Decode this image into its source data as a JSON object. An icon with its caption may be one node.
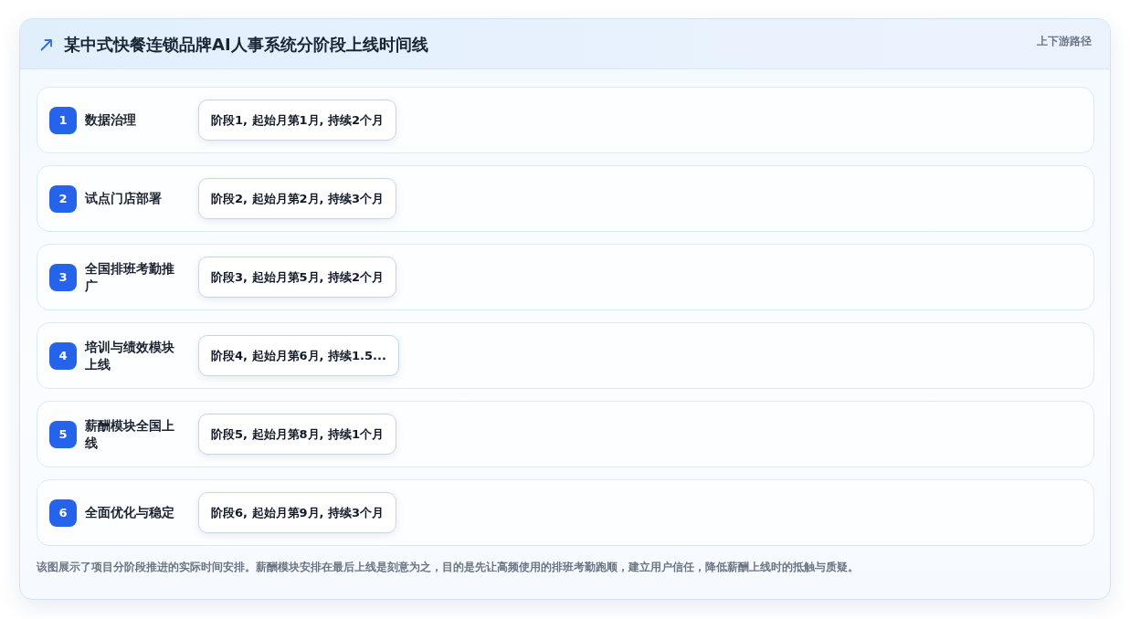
{
  "diagram": {
    "title": "某中式快餐连锁品牌AI人事系统分阶段上线时间线",
    "caption": "该图展示了项目分阶段推进的实际时间安排。薪酬模块安排在最后上线是刻意为之，目的是先让高频使用的排班考勤跑顺，建立用户信任，降低薪酬上线时的抵触与质疑。",
    "nodes": [
      {
        "text": [
          "数据治理"
        ]
      },
      {
        "text": [
          "1"
        ],
        "in": 0
      },
      {
        "text": [
          "阶段1, 起始月第1月, 持续2个月"
        ],
        "in": 0
      },
      {
        "text": [
          "试点门店部署"
        ]
      },
      {
        "text": [
          "2"
        ],
        "in": 3
      },
      {
        "text": [
          "阶段2, 起始月第2月, 持续3个月"
        ],
        "in": 3
      },
      {
        "text": [
          "全国排班考勤推广"
        ]
      },
      {
        "text": [
          "3"
        ],
        "in": 6
      },
      {
        "text": [
          "阶段3, 起始月第5月, 持续2个月"
        ],
        "in": 6
      },
      {
        "text": [
          "培训与绩效模块上线"
        ]
      },
      {
        "text": [
          "4"
        ],
        "in": 9
      },
      {
        "text": [
          "阶段4, 起始月第6月, 持续1.5..."
        ],
        "in": 9
      },
      {
        "text": [
          "薪酬模块全国上线"
        ]
      },
      {
        "text": [
          "5"
        ],
        "in": 12
      },
      {
        "text": [
          "阶段5, 起始月第8月, 持续1个月"
        ],
        "in": 12
      },
      {
        "text": [
          "全面优化与稳定"
        ]
      },
      {
        "text": [
          "6"
        ],
        "in": 15
      },
      {
        "text": [
          "阶段6, 起始月第9月, 持续3个月"
        ],
        "in": 15
      }
    ],
    "edges": [],
    "labels": [
      "上下游路径"
    ]
  }
}
